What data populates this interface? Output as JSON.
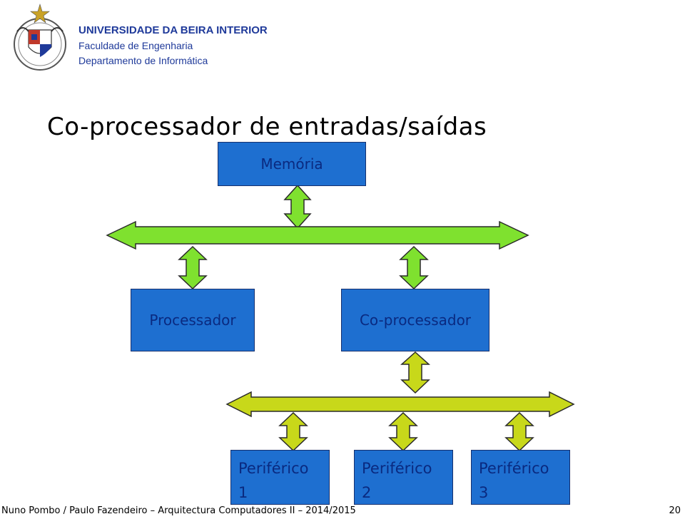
{
  "header": {
    "university": "UNIVERSIDADE DA BEIRA INTERIOR",
    "faculty": "Faculdade de Engenharia",
    "department": "Departamento de Informática"
  },
  "slide": {
    "title": "Co-processador de entradas/saídas"
  },
  "diagram": {
    "memory_label": "Memória",
    "processor_label": "Processador",
    "coprocessor_label": "Co-processador",
    "peripherals": [
      {
        "line1": "Periférico",
        "line2": "1"
      },
      {
        "line1": "Periférico",
        "line2": "2"
      },
      {
        "line1": "Periférico",
        "line2": "3"
      }
    ],
    "colors": {
      "box": "#1e6fd0",
      "main_bus": "#7fe12f",
      "io_bus": "#c8d81a",
      "outline": "#2a2a2a"
    }
  },
  "footer": {
    "text": "Nuno Pombo  /  Paulo Fazendeiro – Arquitectura Computadores II – 2014/2015",
    "page": "20"
  }
}
